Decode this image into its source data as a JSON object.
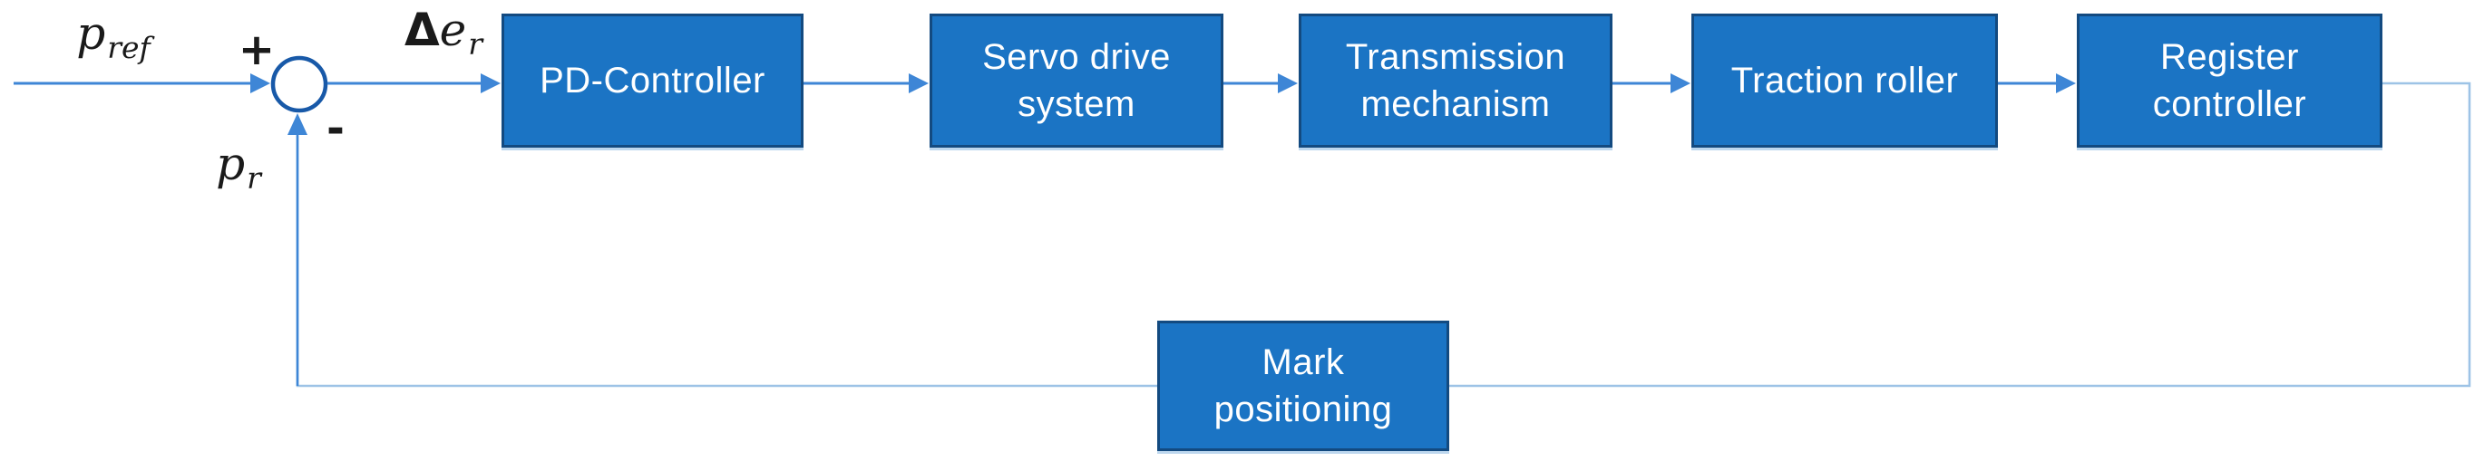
{
  "diagram": {
    "type": "control-feedback-block-diagram",
    "junction": {
      "plus": "+",
      "minus": "-"
    },
    "signals": {
      "reference": {
        "base": "p",
        "sub": "ref"
      },
      "error": {
        "prefix": "Δ",
        "base": "e",
        "sub": "r"
      },
      "feedback": {
        "base": "p",
        "sub": "r"
      }
    },
    "blocks": [
      {
        "id": "pd-controller",
        "label": "PD-Controller"
      },
      {
        "id": "servo-drive-system",
        "label": "Servo drive system"
      },
      {
        "id": "transmission-mechanism",
        "label": "Transmission mechanism"
      },
      {
        "id": "traction-roller",
        "label": "Traction roller"
      },
      {
        "id": "register-controller",
        "label": "Register controller"
      },
      {
        "id": "mark-positioning",
        "label": "Mark positioning"
      }
    ]
  },
  "colors": {
    "background": "#ffffff",
    "block-fill": "#1b74c4",
    "block-border": "#134a80",
    "block-edge": "#bdd7ee",
    "block-text": "#ffffff",
    "arrow": "#3e86d6",
    "feedback": "#9dc3e6",
    "junction": "#1859a8",
    "label-text": "#1a1a1a"
  }
}
